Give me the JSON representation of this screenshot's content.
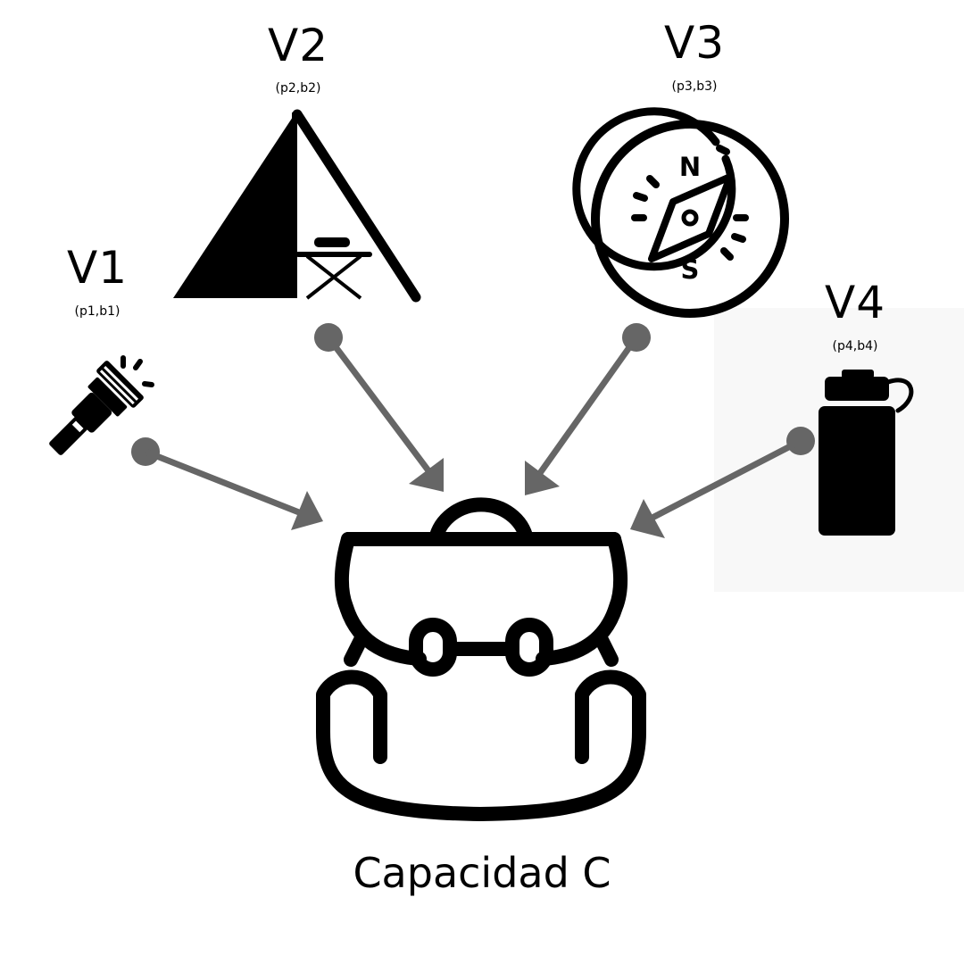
{
  "items": [
    {
      "label": "V1",
      "params": "(p1,b1)",
      "icon": "flashlight-icon"
    },
    {
      "label": "V2",
      "params": "(p2,b2)",
      "icon": "tent-icon"
    },
    {
      "label": "V3",
      "params": "(p3,b3)",
      "icon": "compass-icon"
    },
    {
      "label": "V4",
      "params": "(p4,b4)",
      "icon": "water-bottle-icon"
    }
  ],
  "compass_marks": {
    "north": "N",
    "south": "S"
  },
  "container": {
    "caption": "Capacidad C",
    "icon": "backpack-icon"
  },
  "colors": {
    "icon": "#000000",
    "arrow": "#666666",
    "background": "#ffffff",
    "bottle_panel": "#f8f8f8"
  }
}
